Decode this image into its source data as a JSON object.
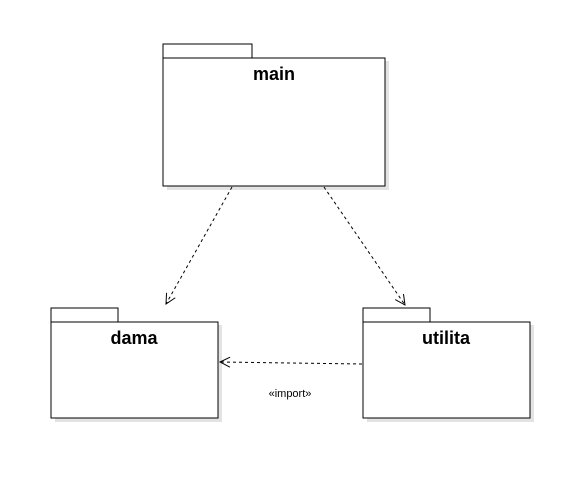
{
  "diagram": {
    "packages": {
      "main": {
        "name": "main"
      },
      "dama": {
        "name": "dama"
      },
      "utilita": {
        "name": "utilita"
      }
    },
    "dependencies": [
      {
        "from": "main",
        "to": "dama",
        "label": ""
      },
      {
        "from": "main",
        "to": "utilita",
        "label": ""
      },
      {
        "from": "utilita",
        "to": "dama",
        "label": "«import»"
      }
    ],
    "colors": {
      "stroke": "#000000",
      "fill": "#ffffff",
      "shadow": "#d9d9d9"
    }
  }
}
